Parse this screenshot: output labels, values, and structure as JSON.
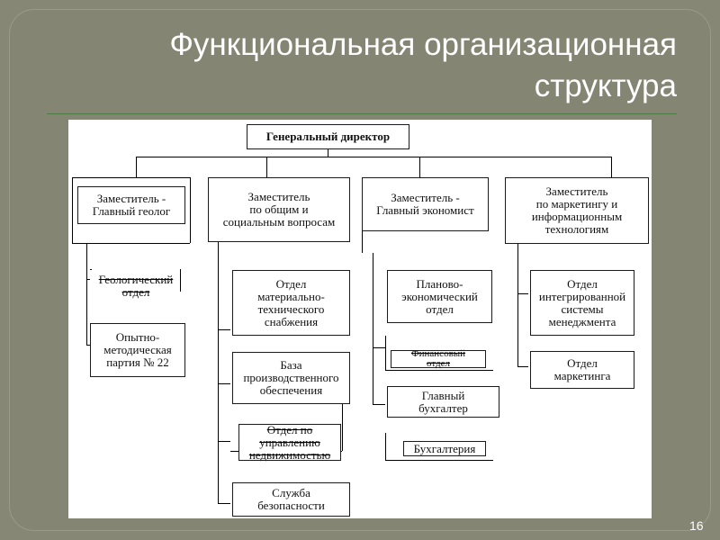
{
  "title": {
    "line1": "Функциональная организационная",
    "line2": "структура"
  },
  "chart": {
    "director": "Генеральный директор",
    "deputies": [
      "Заместитель -\nГлавный геолог",
      "Заместитель\nпо общим и\nсоциальным вопросам",
      "Заместитель -\nГлавный экономист",
      "Заместитель\nпо маркетингу и\nинформационным\nтехнологиям"
    ],
    "geology": [
      "Геологический\nотдел",
      "Опытно-\nметодическая\nпартия № 22"
    ],
    "general": [
      "Отдел\nматериально-\nтехнического\nснабжения",
      "База\nпроизводственного\nобеспечения",
      "Отдел по\nуправлению\nнедвижимостью",
      "Служба\nбезопасности"
    ],
    "economist": [
      "Планово-\nэкономический\nотдел",
      "Финансовый\nотдел",
      "Главный\nбухгалтер",
      "Бухгалтерия"
    ],
    "marketing": [
      "Отдел\nинтегрированной\nсистемы\nменеджмента",
      "Отдел\nмаркетинга"
    ]
  },
  "slide_number": "16"
}
